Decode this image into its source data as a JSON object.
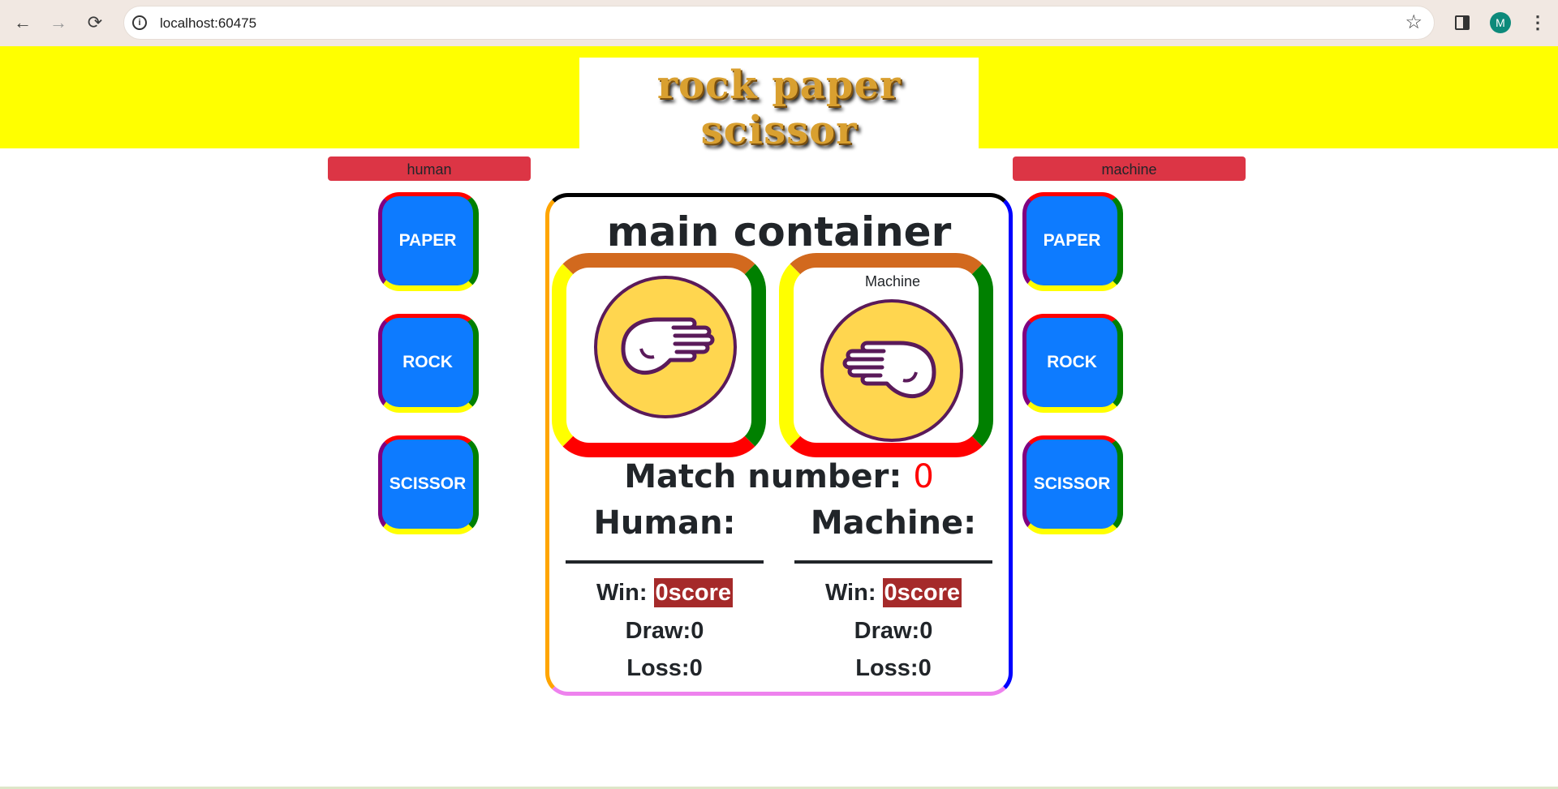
{
  "browser": {
    "url": "localhost:60475",
    "back_icon": "←",
    "forward_icon": "→",
    "reload_icon": "⟳",
    "info_icon": "i",
    "star_icon": "☆",
    "avatar_letter": "M",
    "menu_icon": "⋮"
  },
  "header": {
    "logo_text": "rock paper scissor",
    "banner_color": "#ffff00"
  },
  "players": {
    "human_label": "human",
    "machine_label": "machine"
  },
  "choices": {
    "paper": "PAPER",
    "rock": "ROCK",
    "scissor": "SCISSOR",
    "button_color": "#0d7bff"
  },
  "main": {
    "title": "main container",
    "machine_caption": "Machine",
    "match_label": "Match number:",
    "match_value": "0",
    "human_head": "Human:",
    "machine_head": "Machine:",
    "human_stats": {
      "win_label": "Win:",
      "win_value": "0score",
      "draw": "Draw:0",
      "loss": "Loss:0"
    },
    "machine_stats": {
      "win_label": "Win:",
      "win_value": "0score",
      "draw": "Draw:0",
      "loss": "Loss:0"
    }
  }
}
